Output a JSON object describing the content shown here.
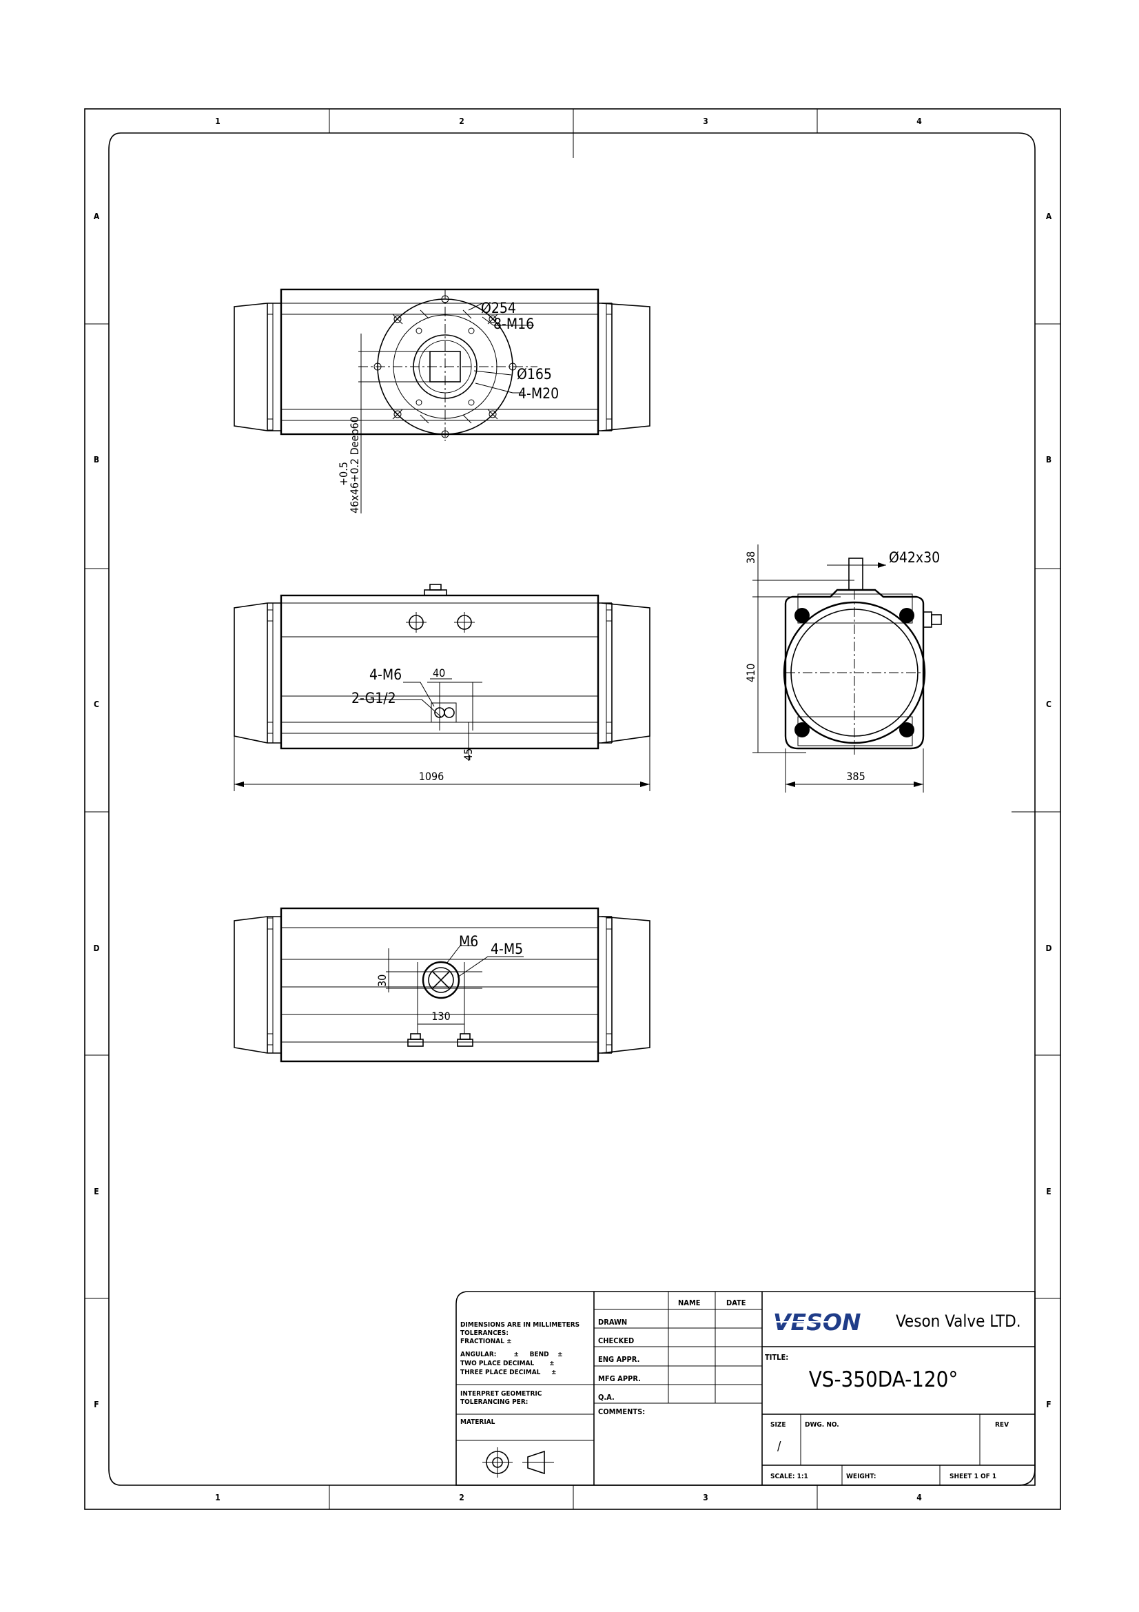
{
  "zones": {
    "columns": [
      "1",
      "2",
      "3",
      "4"
    ],
    "rows": [
      "A",
      "B",
      "C",
      "D",
      "E",
      "F"
    ]
  },
  "top_view": {
    "bolt_circle_large": "Ø254",
    "bolt_pattern_large": "8-M16",
    "bolt_circle_small": "Ø165",
    "bolt_pattern_small": "4-M20",
    "shaft_drive": "46x46+0.2 Deep60",
    "shaft_tolerance": "+0.5"
  },
  "front_view": {
    "mount_threads": "4-M6",
    "air_ports": "2-G1/2",
    "port_spacing": "40",
    "port_height": "45",
    "overall_length": "1096"
  },
  "end_view": {
    "shaft_dim": "Ø42x30",
    "shaft_height": "38",
    "body_height": "410",
    "body_width": "385"
  },
  "bottom_view": {
    "center_thread": "M6",
    "mount_threads": "4-M5",
    "pattern_width": "130",
    "pattern_height": "30"
  },
  "title_block": {
    "company_logo_text": "VESON",
    "company_name": "Veson Valve LTD.",
    "title_label": "TITLE:",
    "title_value": "VS-350DA-120°",
    "name_header": "NAME",
    "date_header": "DATE",
    "drawn": "DRAWN",
    "checked": "CHECKED",
    "eng_appr": "ENG APPR.",
    "mfg_appr": "MFG APPR.",
    "qa": "Q.A.",
    "comments": "COMMENTS:",
    "tol_lines": [
      "DIMENSIONS ARE IN MILLIMETERS",
      "TOLERANCES:",
      "FRACTIONAL   ±",
      "ANGULAR:        ±     BEND    ±",
      "TWO PLACE DECIMAL       ±",
      "THREE PLACE DECIMAL     ±"
    ],
    "interpret": [
      "INTERPRET GEOMETRIC",
      "TOLERANCING PER:"
    ],
    "material": "MATERIAL",
    "size_label": "SIZE",
    "size_value": "/",
    "dwg_no": "DWG. NO.",
    "rev": "REV",
    "scale": "SCALE: 1:1",
    "weight": "WEIGHT:",
    "sheet": "SHEET 1 OF 1"
  },
  "colors": {
    "line": "#000000",
    "paper": "#ffffff",
    "logo": "#1f3c88"
  }
}
